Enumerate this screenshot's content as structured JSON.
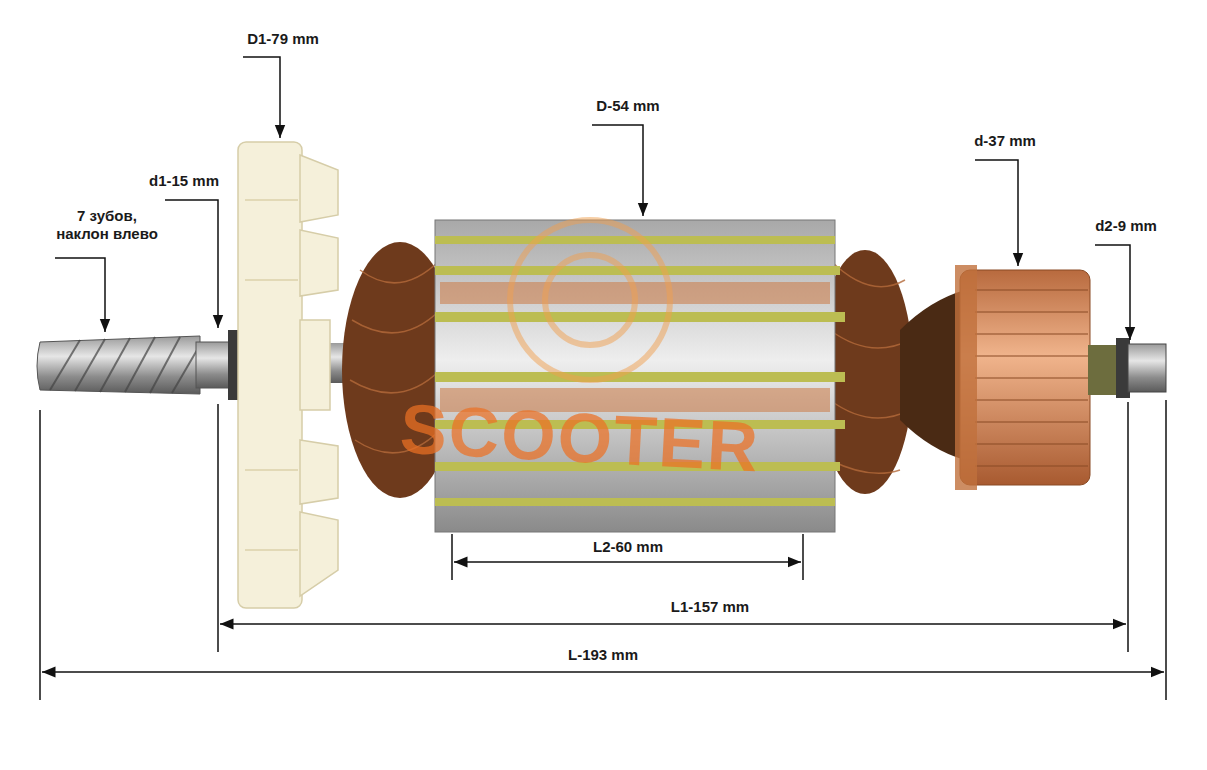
{
  "diagram": {
    "labels": [
      "D1-79 mm",
      "D-54 mm",
      "d-37 mm",
      "d1-15 mm",
      "d2-9 mm",
      "7 зубов, наклон влево",
      "L2-60 mm",
      "L1-157 mm",
      "L-193 mm",
      "SCOOTER"
    ]
  }
}
